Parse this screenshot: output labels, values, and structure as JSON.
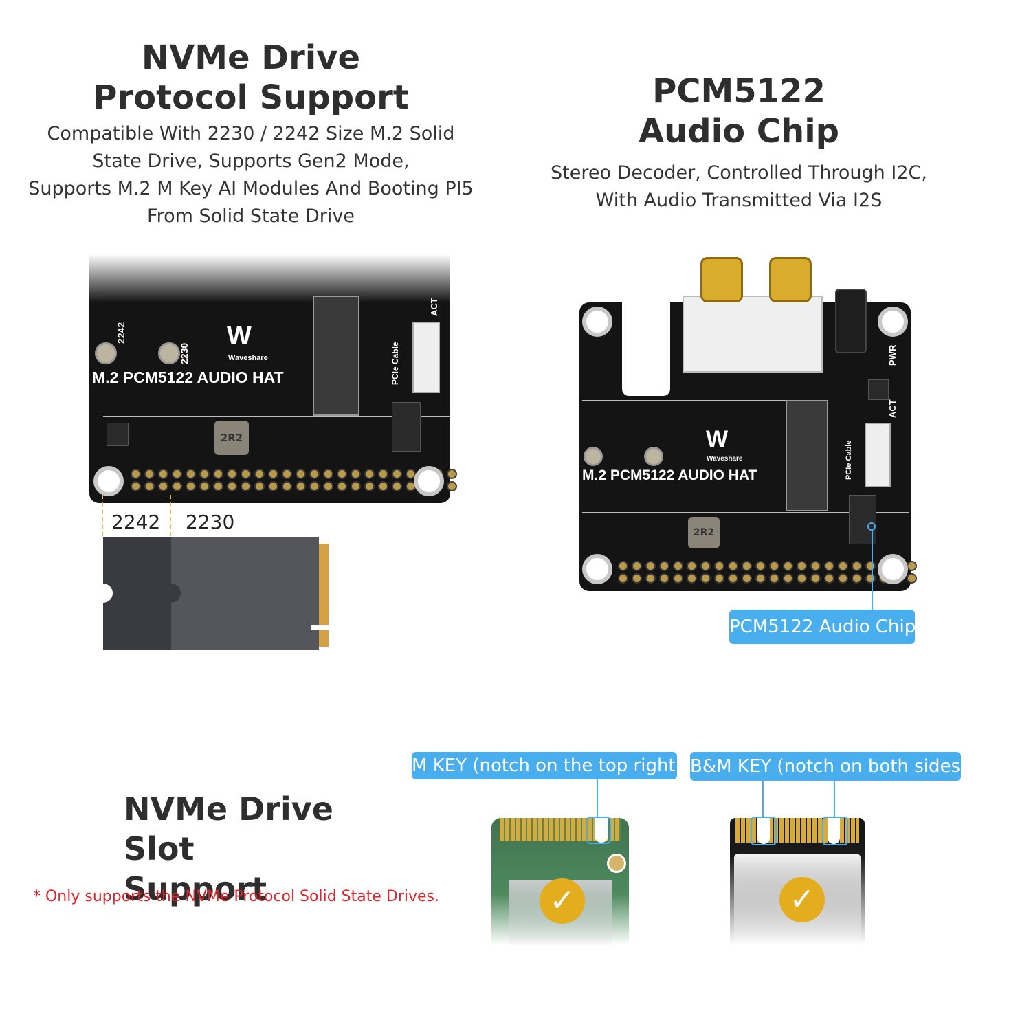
{
  "left_top": {
    "title_line1": "NVMe Drive",
    "title_line2": "Protocol Support",
    "desc_line1": "Compatible With 2230 / 2242 Size M.2 Solid",
    "desc_line2": "State Drive, Supports Gen2 Mode,",
    "desc_line3": "Supports M.2 M Key AI Modules And Booting PI5",
    "desc_line4": "From Solid State Drive"
  },
  "right_top": {
    "title_line1": "PCM5122",
    "title_line2": "Audio Chip",
    "desc_line1": "Stereo Decoder, Controlled Through I2C,",
    "desc_line2": "With Audio Transmitted Via I2S"
  },
  "board": {
    "name": "M.2 PCM5122 AUDIO HAT",
    "brand": "Waveshare",
    "label_2242": "2242",
    "label_2230": "2230",
    "pcie_label": "PCIe Cable",
    "act_label": "ACT",
    "pwr_label": "PWR",
    "inductor": "2R2"
  },
  "ssd_sizes": {
    "size_a": "2242",
    "size_b": "2230"
  },
  "callouts": {
    "audio_chip": "PCM5122 Audio Chip",
    "m_key": "M KEY (notch on the top right)",
    "bm_key": "B&M KEY (notch on both sides)"
  },
  "bottom": {
    "title_line1": "NVMe Drive",
    "title_line2": "Slot Support",
    "note": "* Only supports the NVMe Protocol Solid State Drives."
  },
  "check_glyph": "✓",
  "colors": {
    "accent_blue": "#49aeee",
    "note_red": "#e0242c",
    "check_gold": "#e4ad1e"
  }
}
